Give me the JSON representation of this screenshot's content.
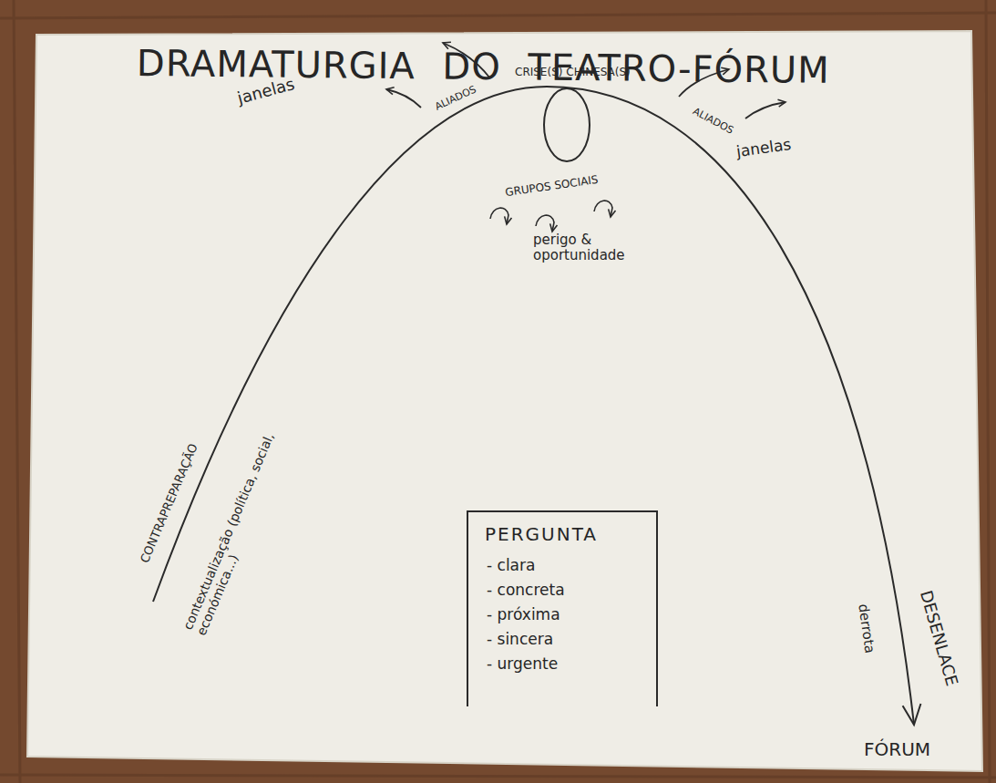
{
  "diagram": {
    "title": "DRAMATURGIA DO TEATRO-FÓRUM",
    "nodes": [
      {
        "text": [
          "PERGUNTA",
          "- clara",
          "- concreta",
          "- próxima",
          "- sincera",
          "- urgente"
        ]
      }
    ],
    "labels": [
      "janelas",
      "ALIADOS",
      "CRISE(S) CHINESA(S)",
      "ALIADOS",
      "janelas",
      "GRUPOS SOCIAIS",
      "perigo & oportunidade",
      "CONTRAPREPARAÇÃO",
      "contextualização (política, social, económica...)",
      "DESENLACE",
      "derrota",
      "FÓRUM"
    ]
  }
}
